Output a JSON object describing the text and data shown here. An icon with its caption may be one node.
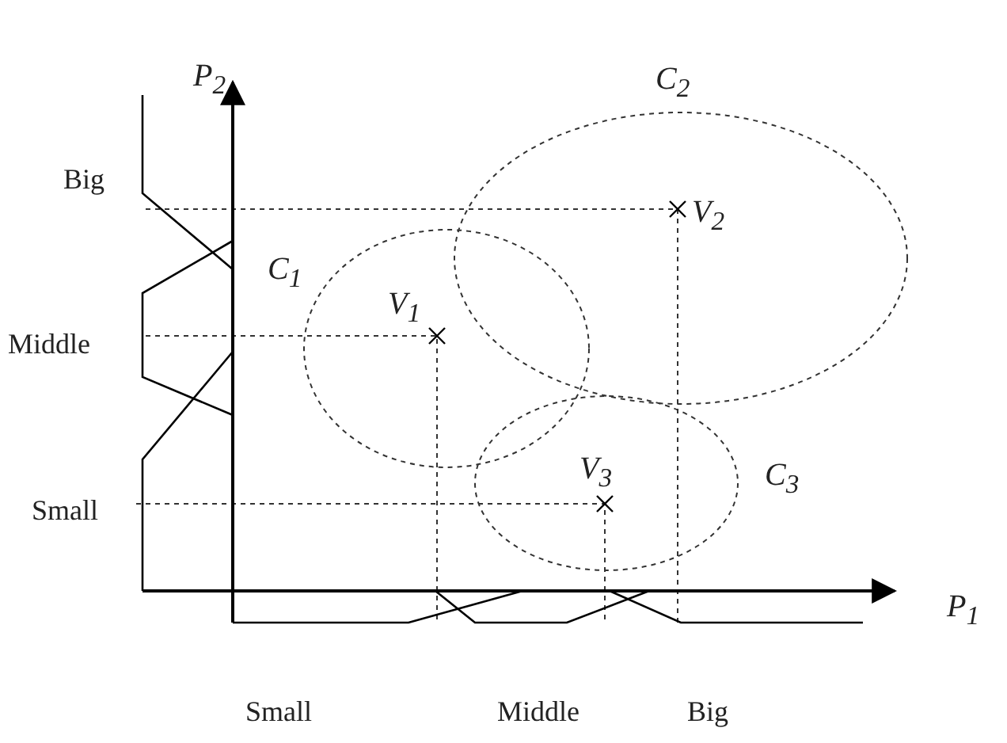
{
  "diagram": {
    "labels": [
      "P$_{2}$",
      "C$_{2}$",
      "Big",
      "V$_{2}$",
      "C$_{1}$",
      "V$_{1}$",
      "Middle",
      "V$_{3}$",
      "C$_{3}$",
      "Small",
      "P$_{1}$",
      "Small",
      "Middle",
      "Big"
    ]
  }
}
